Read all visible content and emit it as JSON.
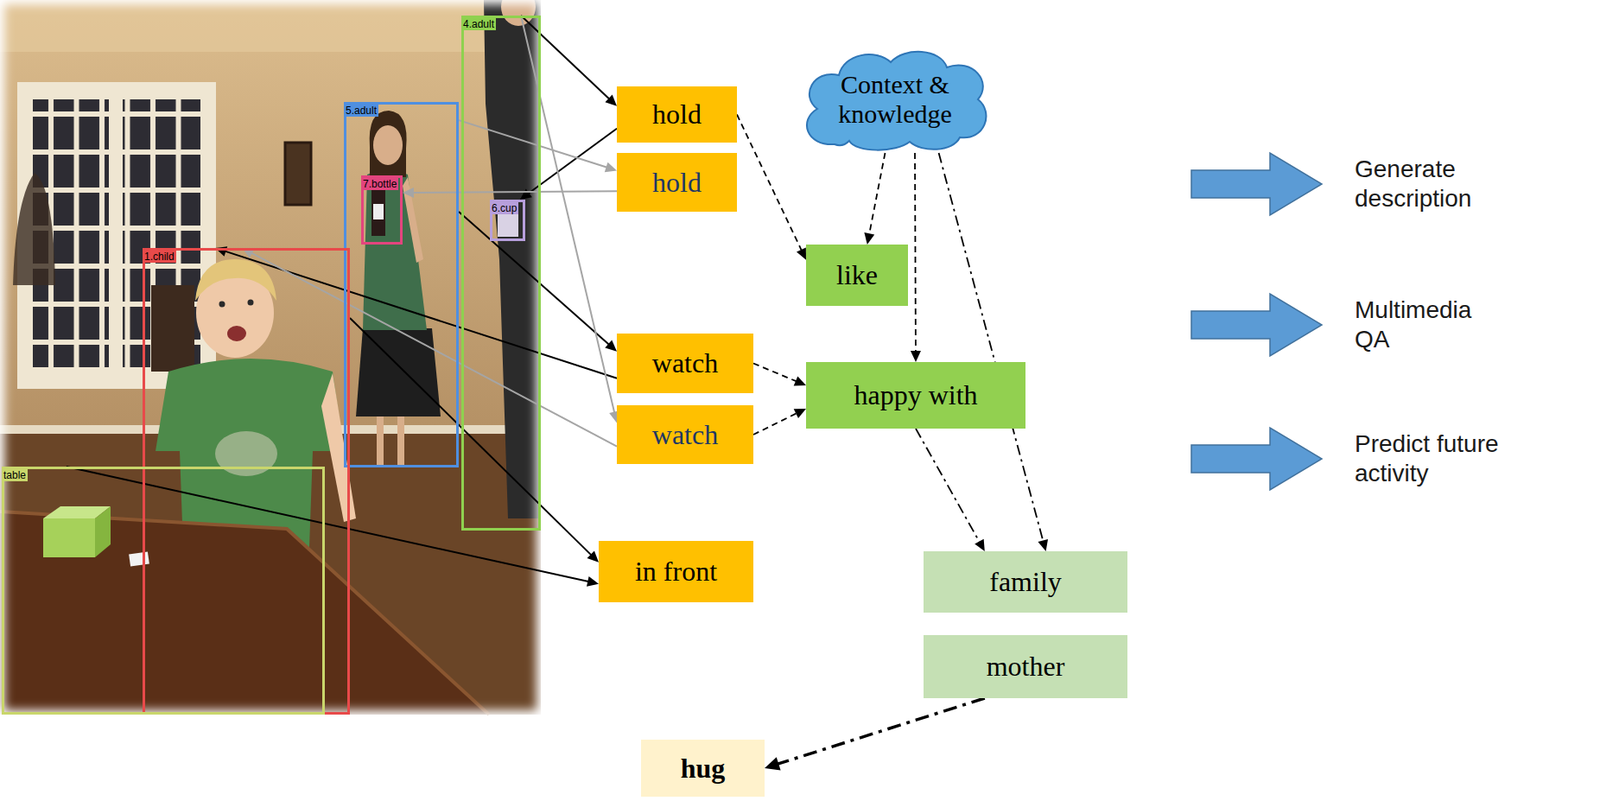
{
  "diagram": {
    "nodes": [
      {
        "text": [
          "4.adult"
        ]
      },
      {
        "text": [
          "5.adult"
        ]
      },
      {
        "text": [
          "7.bottle"
        ]
      },
      {
        "text": [
          "6.cup"
        ]
      },
      {
        "text": [
          "1.child"
        ]
      },
      {
        "text": [
          "table"
        ]
      },
      {
        "text": [
          "hold"
        ]
      },
      {
        "text": [
          "hold"
        ]
      },
      {
        "text": [
          "watch"
        ]
      },
      {
        "text": [
          "watch"
        ]
      },
      {
        "text": [
          "in front"
        ]
      },
      {
        "text": [
          "Context & knowledge"
        ]
      },
      {
        "text": [
          "like"
        ]
      },
      {
        "text": [
          "happy with"
        ]
      },
      {
        "text": [
          "family"
        ]
      },
      {
        "text": [
          "mother"
        ]
      },
      {
        "text": [
          "hug"
        ]
      }
    ],
    "edges": [
      {
        "from": 0,
        "to": 6,
        "arrow": "to"
      },
      {
        "from": 6,
        "to": 3,
        "arrow": "to"
      },
      {
        "from": 1,
        "to": 7,
        "arrow": "to"
      },
      {
        "from": 7,
        "to": 2,
        "arrow": "to"
      },
      {
        "from": 1,
        "to": 8,
        "arrow": "to"
      },
      {
        "from": 8,
        "to": 4,
        "arrow": "to"
      },
      {
        "from": 0,
        "to": 9,
        "arrow": "to"
      },
      {
        "from": 9,
        "to": 4,
        "arrow": "to"
      },
      {
        "from": 4,
        "to": 10,
        "arrow": "to"
      },
      {
        "from": 5,
        "to": 10,
        "arrow": "to"
      },
      {
        "from": 6,
        "to": 12,
        "arrow": "to"
      },
      {
        "from": 8,
        "to": 13,
        "arrow": "to"
      },
      {
        "from": 9,
        "to": 13,
        "arrow": "to"
      },
      {
        "from": 11,
        "to": 12,
        "arrow": "to"
      },
      {
        "from": 11,
        "to": 13,
        "arrow": "to"
      },
      {
        "from": 11,
        "to": 14,
        "arrow": "to"
      },
      {
        "from": 13,
        "to": 14,
        "arrow": "to"
      },
      {
        "from": 15,
        "to": 16,
        "arrow": "to"
      }
    ],
    "labels": [
      "Generate description",
      "Multimedia QA",
      "Predict future activity"
    ]
  }
}
